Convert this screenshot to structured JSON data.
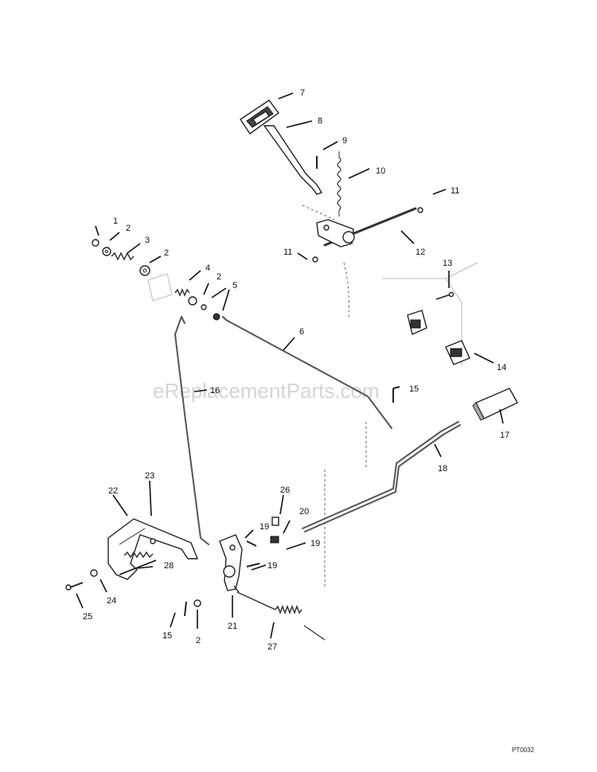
{
  "watermark": "eReplacementParts.com",
  "figure_code": "PT0032",
  "callouts": [
    {
      "id": "c1",
      "label": "1"
    },
    {
      "id": "c2a",
      "label": "2"
    },
    {
      "id": "c3",
      "label": "3"
    },
    {
      "id": "c2b",
      "label": "2"
    },
    {
      "id": "c4",
      "label": "4"
    },
    {
      "id": "c2c",
      "label": "2"
    },
    {
      "id": "c5",
      "label": "5"
    },
    {
      "id": "c6",
      "label": "6"
    },
    {
      "id": "c7",
      "label": "7"
    },
    {
      "id": "c8",
      "label": "8"
    },
    {
      "id": "c9",
      "label": "9"
    },
    {
      "id": "c10",
      "label": "10"
    },
    {
      "id": "c11a",
      "label": "11"
    },
    {
      "id": "c11b",
      "label": "11"
    },
    {
      "id": "c12",
      "label": "12"
    },
    {
      "id": "c13",
      "label": "13"
    },
    {
      "id": "c14",
      "label": "14"
    },
    {
      "id": "c16",
      "label": "16"
    },
    {
      "id": "c15b",
      "label": "15"
    },
    {
      "id": "c17",
      "label": "17"
    },
    {
      "id": "c18",
      "label": "18"
    },
    {
      "id": "c22",
      "label": "22"
    },
    {
      "id": "c23",
      "label": "23"
    },
    {
      "id": "c26",
      "label": "26"
    },
    {
      "id": "c20",
      "label": "20"
    },
    {
      "id": "c19a",
      "label": "19"
    },
    {
      "id": "c19b",
      "label": "19"
    },
    {
      "id": "c19c",
      "label": "19"
    },
    {
      "id": "c28",
      "label": "28"
    },
    {
      "id": "c24",
      "label": "24"
    },
    {
      "id": "c25",
      "label": "25"
    },
    {
      "id": "c15",
      "label": "15"
    },
    {
      "id": "c2d",
      "label": "2"
    },
    {
      "id": "c21",
      "label": "21"
    },
    {
      "id": "c27",
      "label": "27"
    }
  ]
}
